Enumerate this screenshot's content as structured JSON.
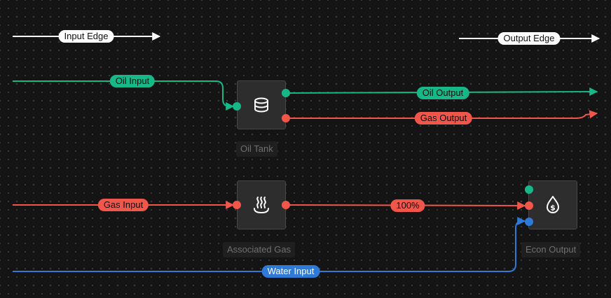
{
  "legend": {
    "input_edge": "Input Edge",
    "output_edge": "Output Edge"
  },
  "colors": {
    "oil": "#15b886",
    "gas": "#f0564a",
    "water": "#2f7ad6",
    "legend": "#ffffff",
    "node_bg": "#2d2d2d",
    "canvas_bg": "#141414"
  },
  "nodes": {
    "oil_tank": {
      "label": "Oil Tank",
      "icon": "database-icon"
    },
    "associated_gas": {
      "label": "Associated Gas",
      "icon": "heat-waves-icon"
    },
    "econ_output": {
      "label": "Econ Output",
      "icon": "dollar-drop-icon"
    }
  },
  "edges": {
    "oil_input": "Oil Input",
    "oil_output": "Oil Output",
    "gas_output": "Gas Output",
    "gas_input": "Gas Input",
    "gas_to_econ": "100%",
    "water_input": "Water Input"
  }
}
